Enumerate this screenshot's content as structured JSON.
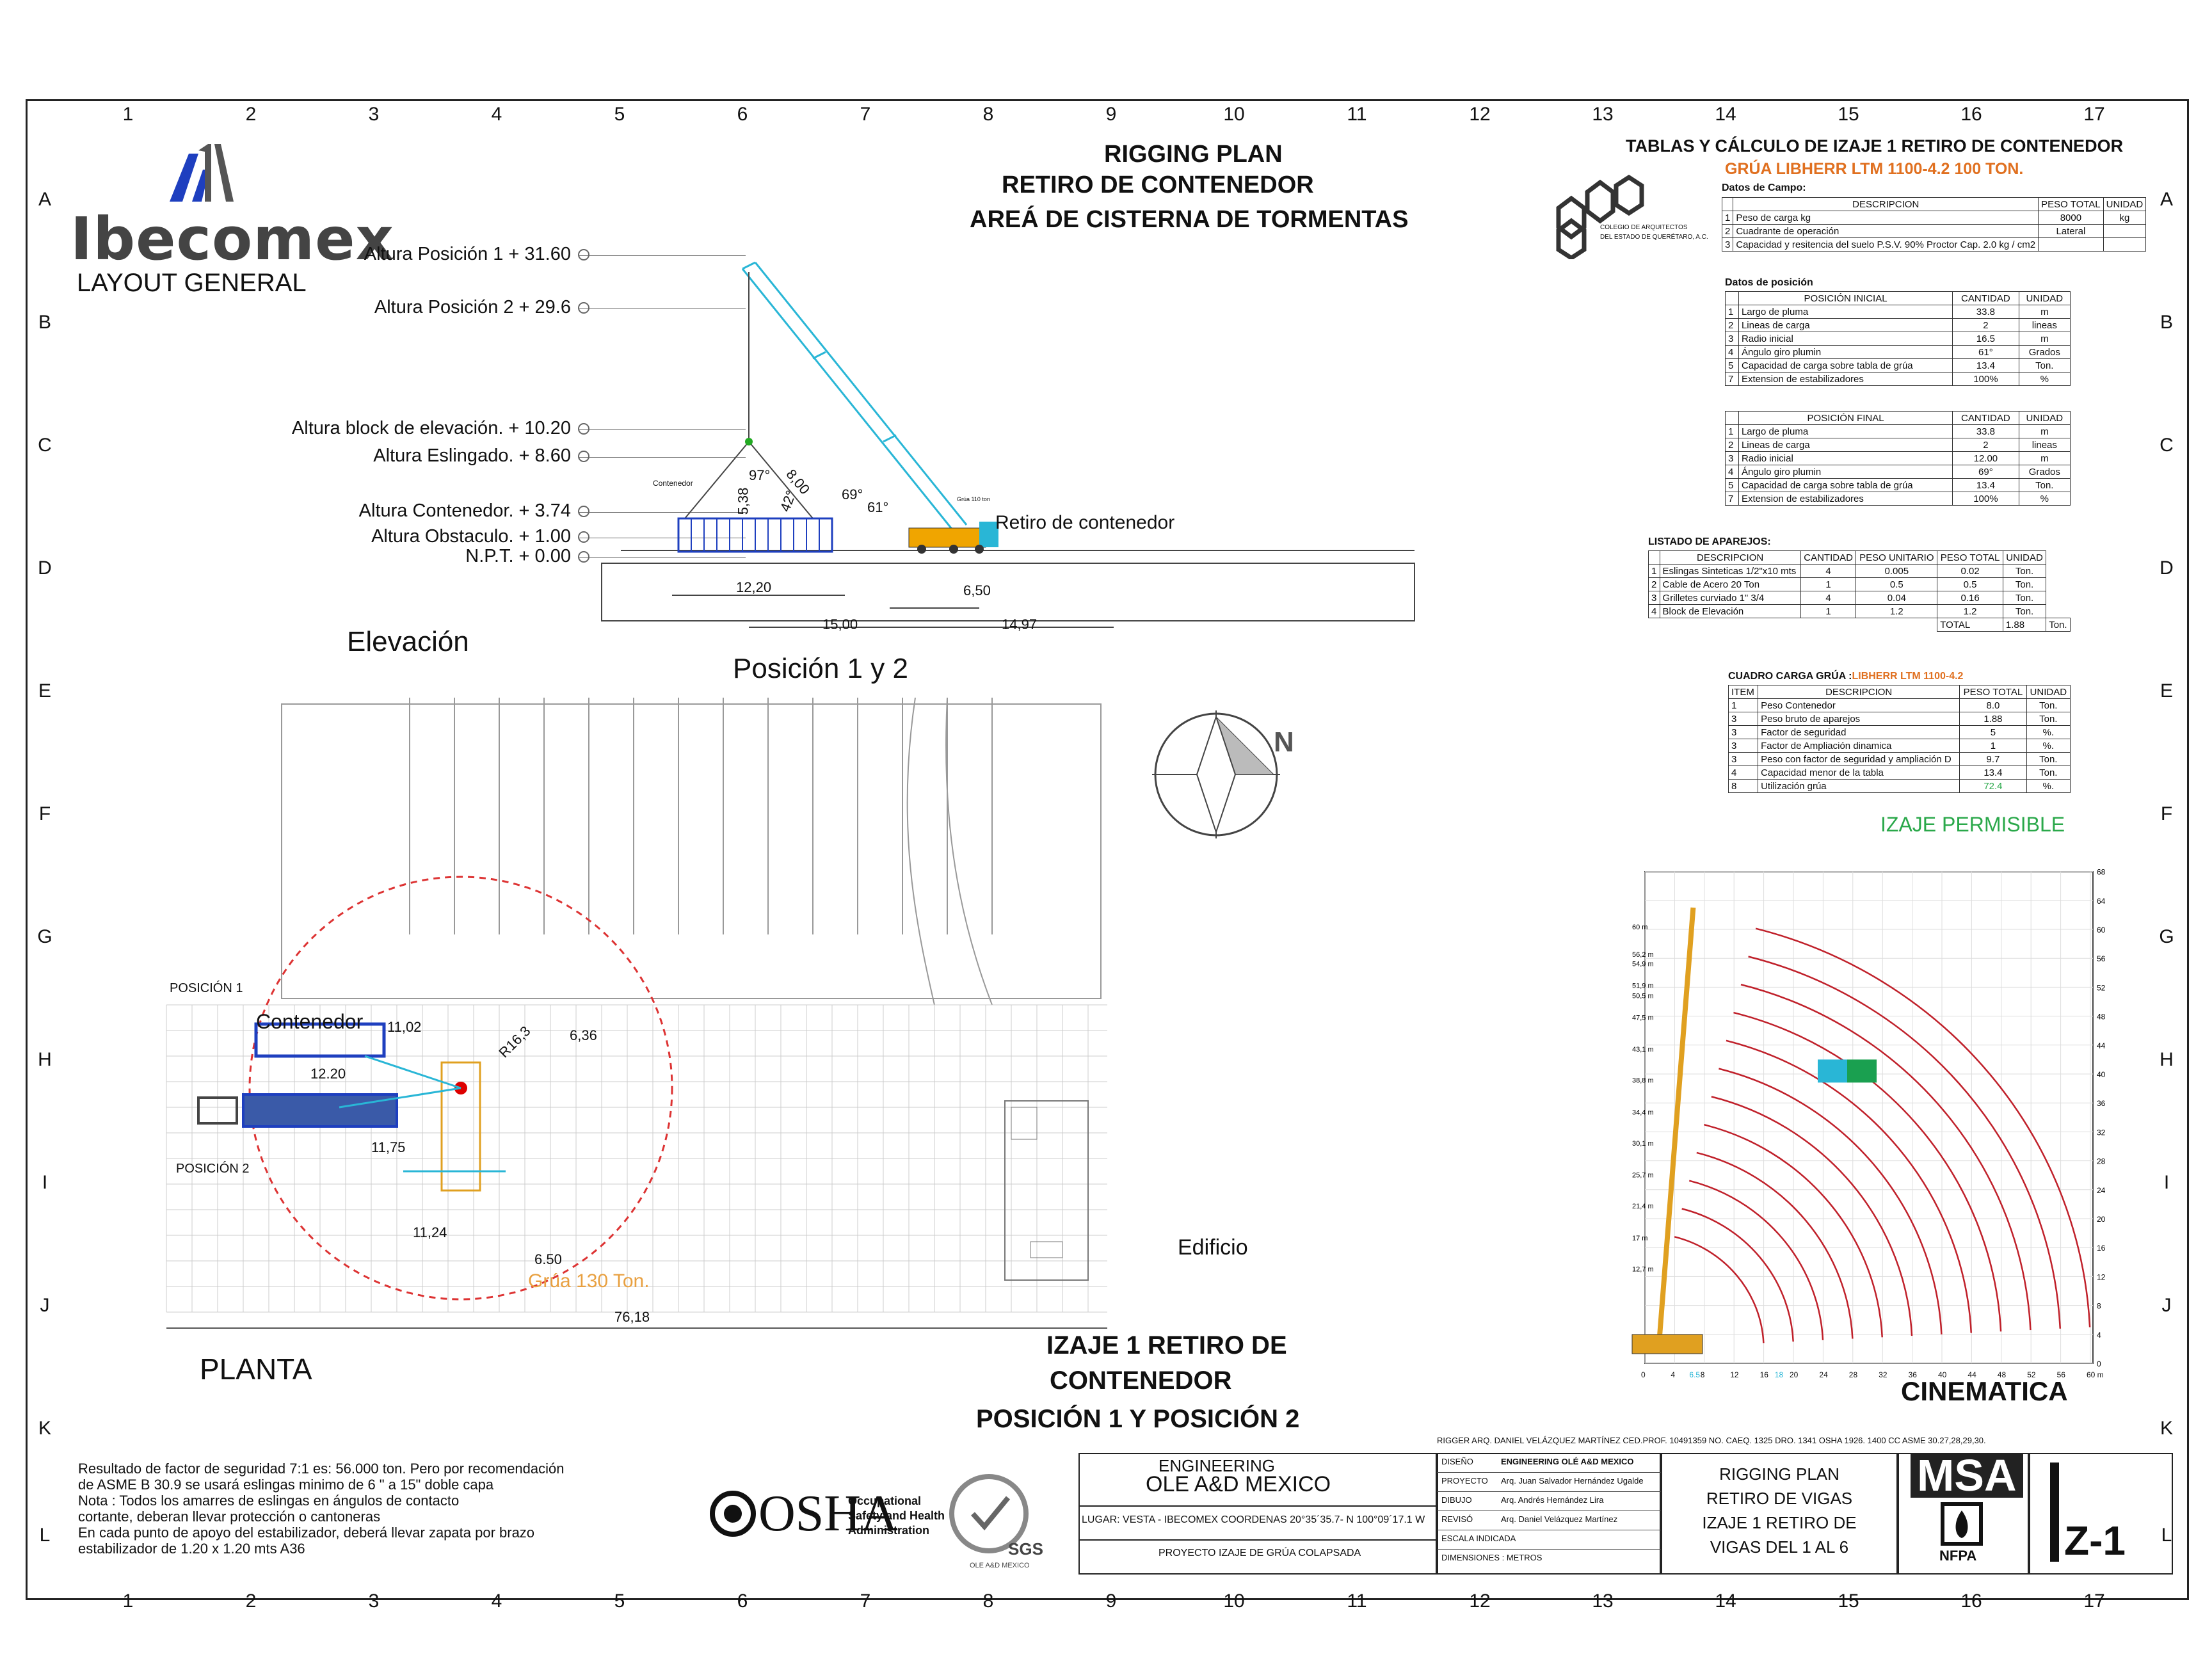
{
  "grid": {
    "cols": [
      "1",
      "2",
      "3",
      "4",
      "5",
      "6",
      "7",
      "8",
      "9",
      "10",
      "11",
      "12",
      "13",
      "14",
      "15",
      "16",
      "17"
    ],
    "rows": [
      "A",
      "B",
      "C",
      "D",
      "E",
      "F",
      "G",
      "H",
      "I",
      "J",
      "K",
      "L"
    ]
  },
  "brand": {
    "logo_text": "Ibecomex",
    "subtitle": "LAYOUT GENERAL"
  },
  "titles": {
    "main": "RIGGING PLAN",
    "sub1": "RETIRO DE CONTENEDOR",
    "sub2": "AREÁ DE CISTERNA DE TORMENTAS"
  },
  "elevation": {
    "heights": [
      "Altura Posición 1 + 31.60",
      "Altura Posición 2  + 29.6",
      "Altura block de elevación. + 10.20",
      "Altura Eslingado. + 8.60",
      "Altura Contenedor. + 3.74",
      "Altura Obstaculo. + 1.00",
      "N.P.T. + 0.00"
    ],
    "label": "Elevación",
    "pos_label": "Posición 1 y 2",
    "retiro": "Retiro de contenedor",
    "contenedor": "Contenedor",
    "grua": "Grúa 110 ton",
    "dims": [
      "12,20",
      "6,50",
      "15,00",
      "14,97",
      "5,38",
      "8,00"
    ],
    "angles": [
      "97°",
      "42°",
      "69°",
      "61°"
    ]
  },
  "plan": {
    "pos1": "POSICIÓN 1",
    "pos2": "POSICIÓN 2",
    "contenedor": "Contenedor",
    "dims": [
      "11,02",
      "12.20",
      "R16,3",
      "6,36",
      "11,75",
      "11,24",
      "6.50",
      "76,18"
    ],
    "grua": "Grúa 130 Ton.",
    "edificio": "Edificio",
    "label": "PLANTA",
    "north": "N"
  },
  "izaje": {
    "l1": "IZAJE 1 RETIRO DE",
    "l2": "CONTENEDOR",
    "l3": "POSICIÓN 1 Y POSICIÓN 2"
  },
  "notes": [
    "Resultado de factor de seguridad 7:1 es: 56.000 ton.  Pero por recomendación",
    "de ASME B 30.9 se usará eslingas minimo de 6 \"  a  15\" doble capa",
    "Nota : Todos los amarres de eslingas en ángulos de contacto",
    "cortante, deberan llevar protección o cantoneras",
    "En cada punto de apoyo del estabilizador, deberá llevar zapata por brazo",
    "estabilizador de 1.20 x 1.20 mts A36"
  ],
  "logos": {
    "osha": "OSHA",
    "osha_text": [
      "Occupational",
      "Safety and Health",
      "Administration"
    ],
    "sgs": "SGS",
    "sgs_sub": "OLE A&D MEXICO",
    "colegio": [
      "COLEGIO DE ARQUITECTOS",
      "DEL ESTADO DE QUERÉTARO, A.C."
    ],
    "msa": "MSA",
    "nfpa": "NFPA"
  },
  "tables": {
    "title": "TABLAS Y CÁLCULO DE IZAJE 1 RETIRO DE CONTENEDOR",
    "crane": "GRÚA LIBHERR LTM 1100-4.2 100 TON.",
    "campo": {
      "head": "Datos de Campo:",
      "cols": [
        "DESCRIPCION",
        "PESO TOTAL",
        "UNIDAD"
      ],
      "rows": [
        [
          "1",
          "Peso de carga kg",
          "8000",
          "kg"
        ],
        [
          "2",
          "Cuadrante de operación",
          "Lateral",
          ""
        ],
        [
          "3",
          "Capacidad y resitencia del suelo  P.S.V.  90%  Proctor Cap. 2.0 kg / cm2",
          "",
          ""
        ]
      ]
    },
    "posicion_head": "Datos de  posición",
    "inicial": {
      "cols": [
        "POSICIÓN INICIAL",
        "CANTIDAD",
        "UNIDAD"
      ],
      "rows": [
        [
          "1",
          "Largo de pluma",
          "33.8",
          "m"
        ],
        [
          "2",
          "Lineas de carga",
          "2",
          "lineas"
        ],
        [
          "3",
          "Radio inicial",
          "16.5",
          "m"
        ],
        [
          "4",
          "Ángulo giro plumin",
          "61°",
          "Grados"
        ],
        [
          "5",
          "Capacidad de carga sobre tabla de grúa",
          "13.4",
          "Ton."
        ],
        [
          "7",
          "Extension de estabilizadores",
          "100%",
          "%"
        ]
      ]
    },
    "final": {
      "cols": [
        "POSICIÓN FINAL",
        "CANTIDAD",
        "UNIDAD"
      ],
      "rows": [
        [
          "1",
          "Largo de pluma",
          "33.8",
          "m"
        ],
        [
          "2",
          "Lineas de carga",
          "2",
          "lineas"
        ],
        [
          "3",
          "Radio inicial",
          "12.00",
          "m"
        ],
        [
          "4",
          "Ángulo giro plumin",
          "69°",
          "Grados"
        ],
        [
          "5",
          "Capacidad de carga sobre tabla de grúa",
          "13.4",
          "Ton."
        ],
        [
          "7",
          "Extension de estabilizadores",
          "100%",
          "%"
        ]
      ]
    },
    "aparejos": {
      "head": "LISTADO DE APAREJOS:",
      "cols": [
        "DESCRIPCION",
        "CANTIDAD",
        "PESO UNITARIO",
        "PESO TOTAL",
        "UNIDAD"
      ],
      "rows": [
        [
          "1",
          "Eslingas Sinteticas 1/2\"x10 mts",
          "4",
          "0.005",
          "0.02",
          "Ton."
        ],
        [
          "2",
          "Cable de Acero  20 Ton",
          "1",
          "0.5",
          "0.5",
          "Ton."
        ],
        [
          "3",
          "Grilletes curviado  1\" 3/4",
          "4",
          "0.04",
          "0.16",
          "Ton."
        ],
        [
          "4",
          "Block de Elevación",
          "1",
          "1.2",
          "1.2",
          "Ton."
        ]
      ],
      "total_label": "TOTAL",
      "total": "1.88",
      "total_unit": "Ton."
    },
    "cuadro": {
      "head": "CUADRO CARGA GRÚA :",
      "head_crane": "LIBHERR LTM 1100-4.2",
      "cols": [
        "ITEM",
        "DESCRIPCION",
        "PESO TOTAL",
        "UNIDAD"
      ],
      "rows": [
        [
          "1",
          "Peso Contenedor",
          "8.0",
          "Ton."
        ],
        [
          "3",
          "Peso bruto de aparejos",
          "1.88",
          "Ton."
        ],
        [
          "3",
          "Factor de seguridad",
          "5",
          "%."
        ],
        [
          "3",
          "Factor de Ampliación dinamica",
          "1",
          "%."
        ],
        [
          "3",
          "Peso con factor de seguridad y ampliación D",
          "9.7",
          "Ton."
        ],
        [
          "4",
          "Capacidad  menor de la tabla",
          "13.4",
          "Ton."
        ],
        [
          "8",
          "Utilización grúa",
          "72.4",
          "%."
        ]
      ]
    },
    "permisible": "IZAJE PERMISIBLE"
  },
  "cinematica": {
    "label": "CINEMATICA",
    "ylabels": [
      "68 m",
      "64",
      "60",
      "56",
      "52",
      "48",
      "44",
      "40",
      "36",
      "32",
      "28",
      "24",
      "20",
      "16",
      "12",
      "8",
      "4",
      "0"
    ],
    "xlabels": [
      "0",
      "4",
      "6.5",
      "8",
      "12",
      "16",
      "18",
      "20",
      "24",
      "28",
      "32",
      "36",
      "40",
      "44",
      "48",
      "52",
      "56",
      "60 m"
    ],
    "boom": [
      "60 m",
      "56,2 m",
      "54,9 m",
      "51,9 m",
      "50,5 m",
      "47,5 m",
      "43,1 m",
      "38,8 m",
      "34,4 m",
      "30,1 m",
      "25,7 m",
      "21,4 m",
      "17 m",
      "12,7 m"
    ]
  },
  "titleblock": {
    "rigger": "RIGGER   ARQ. DANIEL VELÁZQUEZ MARTÍNEZ     CED.PROF. 10491359     NO. CAEQ. 1325     DRO. 1341     OSHA 1926. 1400 CC     ASME 30.27,28,29,30.",
    "eng1": "ENGINEERING",
    "eng2": "OLE A&D MEXICO",
    "lugar": "LUGAR: VESTA - IBECOMEX COORDENAS 20°35´35.7- N 100°09´17.1 W",
    "proyecto": "PROYECTO IZAJE DE GRÚA COLAPSADA",
    "roles": [
      [
        "DISEÑO",
        "ENGINEERING OLÉ A&D MEXICO"
      ],
      [
        "PROYECTO",
        "Arq. Juan Salvador Hernández Ugalde"
      ],
      [
        "DIBUJO",
        "Arq. Andrés Hernández  Lira"
      ],
      [
        "REVISÓ",
        "Arq. Daniel Velázquez Martínez"
      ],
      [
        "ESCALA  INDICADA",
        ""
      ],
      [
        "DIMENSIONES : METROS",
        ""
      ]
    ],
    "sheet_title": [
      "RIGGING PLAN",
      "RETIRO DE VIGAS",
      "IZAJE 1 RETIRO DE",
      "VIGAS DEL 1 AL 6"
    ],
    "sheet_no": "Z-1"
  }
}
